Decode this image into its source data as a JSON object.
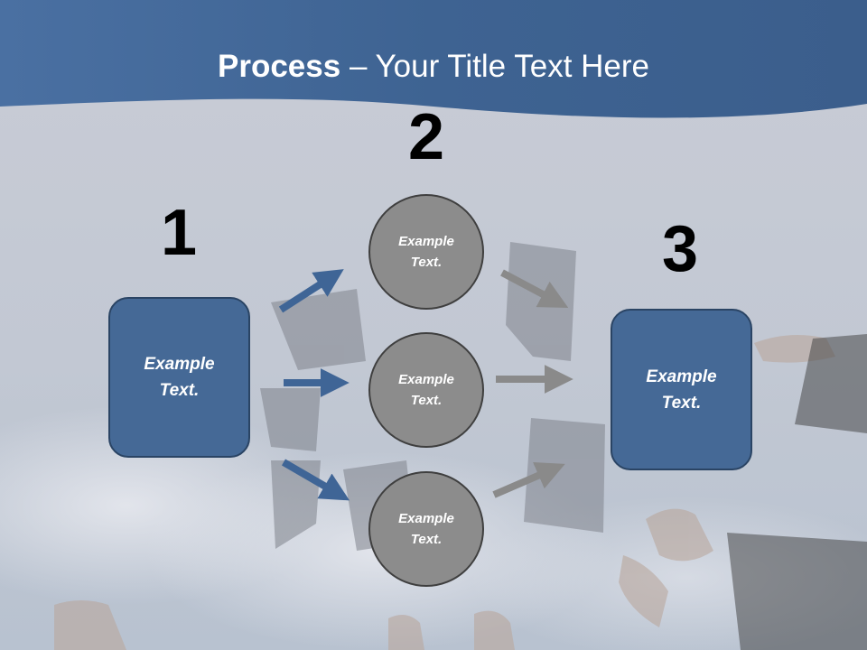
{
  "title": {
    "bold": "Process",
    "rest": " – Your Title Text Here"
  },
  "steps": [
    {
      "number": "1",
      "label_line1": "Example",
      "label_line2": "Text."
    },
    {
      "number": "2"
    },
    {
      "number": "3",
      "label_line1": "Example",
      "label_line2": "Text."
    }
  ],
  "circles": [
    {
      "label_line1": "Example",
      "label_line2": "Text."
    },
    {
      "label_line1": "Example",
      "label_line2": "Text."
    },
    {
      "label_line1": "Example",
      "label_line2": "Text."
    }
  ],
  "colors": {
    "header_band": "#3f6596",
    "box_fill": "#456996",
    "circle_fill": "#8c8c8c",
    "blue_arrow": "#3f6596",
    "gray_arrow": "#8a8a8a"
  }
}
